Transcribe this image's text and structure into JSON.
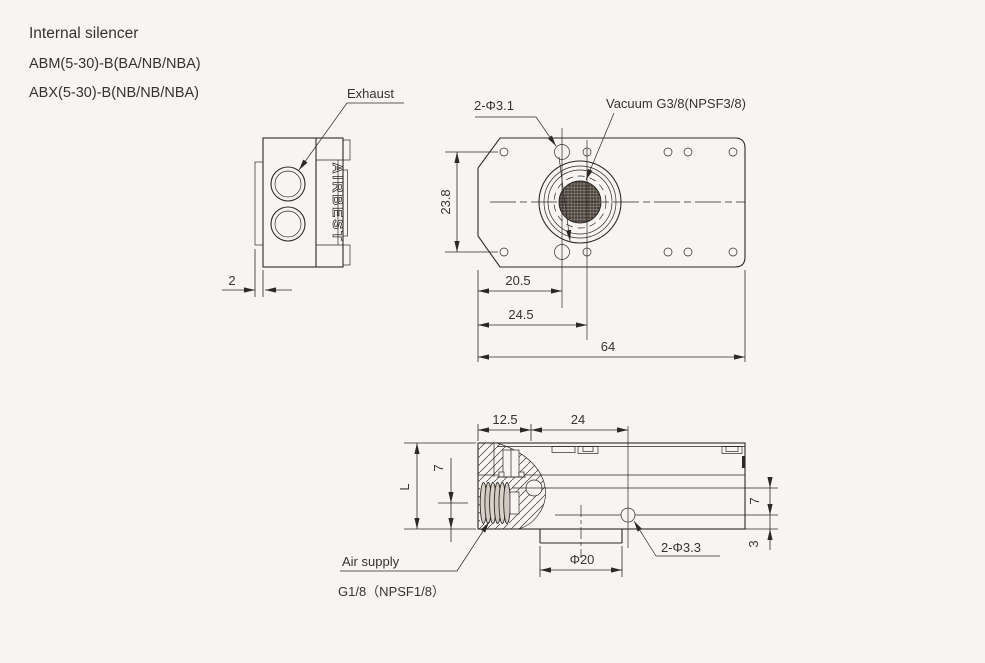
{
  "page": {
    "background_color": "#f6f5f3",
    "line_color": "#2e2924"
  },
  "header": {
    "title": "Internal silencer",
    "model_abm": "ABM(5-30)-B(BA/NB/NBA)",
    "model_abx": "ABX(5-30)-B(NB/NB/NBA)"
  },
  "labels": {
    "exhaust": "Exhaust",
    "top_holes": "2-Φ3.1",
    "vacuum_port": "Vacuum G3/8(NPSF3/8)",
    "side_holes": "2-Φ3.3",
    "air_supply": "Air supply",
    "air_supply_thread": "G1/8（NPSF1/8）",
    "brand": "AIRBEST"
  },
  "dimensions": {
    "left_view": {
      "plate_thickness": "2"
    },
    "top_view": {
      "hole_pitch_vertical": "23.8",
      "hole_offset": "20.5",
      "port_offset": "24.5",
      "body_length": "64"
    },
    "section_view": {
      "supply_offset": "12.5",
      "hole_offset": "24",
      "overall_height": "L",
      "supply_depth": "7",
      "boss_diameter": "Φ20",
      "hole_to_center": "7",
      "center_to_bottom": "3"
    }
  }
}
